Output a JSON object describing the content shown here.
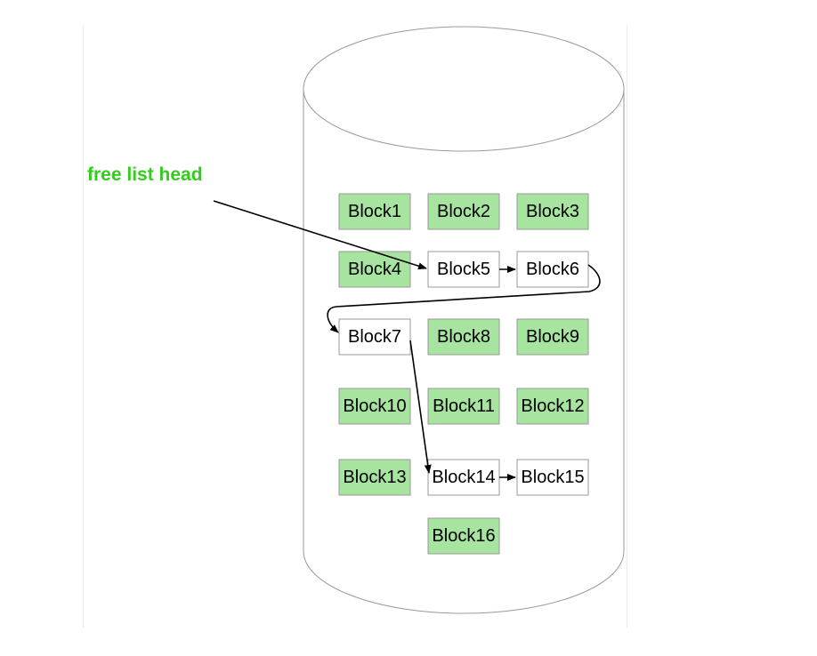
{
  "head_label": "free list head",
  "colors": {
    "used_fill": "#a6e4a0",
    "free_fill": "#ffffff",
    "label_green": "#33cc1e",
    "border": "#999999",
    "arrow": "#000000"
  },
  "blocks": [
    {
      "label": "Block1",
      "state": "used"
    },
    {
      "label": "Block2",
      "state": "used"
    },
    {
      "label": "Block3",
      "state": "used"
    },
    {
      "label": "Block4",
      "state": "used"
    },
    {
      "label": "Block5",
      "state": "free"
    },
    {
      "label": "Block6",
      "state": "free"
    },
    {
      "label": "Block7",
      "state": "free"
    },
    {
      "label": "Block8",
      "state": "used"
    },
    {
      "label": "Block9",
      "state": "used"
    },
    {
      "label": "Block10",
      "state": "used"
    },
    {
      "label": "Block11",
      "state": "used"
    },
    {
      "label": "Block12",
      "state": "used"
    },
    {
      "label": "Block13",
      "state": "used"
    },
    {
      "label": "Block14",
      "state": "free"
    },
    {
      "label": "Block15",
      "state": "free"
    },
    {
      "label": "Block16",
      "state": "used"
    }
  ],
  "free_list_links": [
    {
      "from": "free list head",
      "to": "Block5"
    },
    {
      "from": "Block5",
      "to": "Block6"
    },
    {
      "from": "Block6",
      "to": "Block7"
    },
    {
      "from": "Block7",
      "to": "Block14"
    },
    {
      "from": "Block14",
      "to": "Block15"
    }
  ]
}
